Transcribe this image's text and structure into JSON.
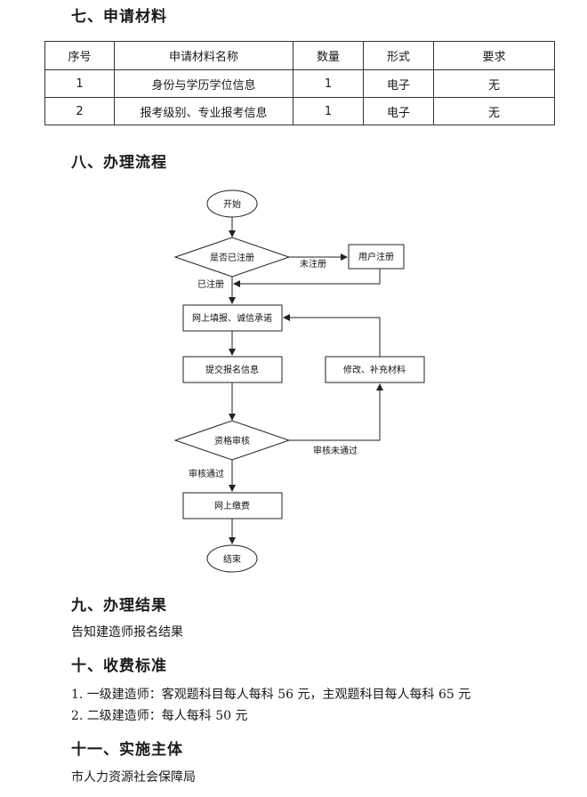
{
  "sections": {
    "s7_title": "七、申请材料",
    "s8_title": "八、办理流程",
    "s9_title": "九、办理结果",
    "s9_text": "告知建造师报名结果",
    "s10_title": "十、收费标准",
    "s10_line1": "1. 一级建造师：客观题科目每人每科 56 元，主观题科目每人每科 65 元",
    "s10_line2": "2. 二级建造师：每人每科 50 元",
    "s11_title": "十一、实施主体",
    "s11_text": "市人力资源社会保障局"
  },
  "table": {
    "headers": [
      "序号",
      "申请材料名称",
      "数量",
      "形式",
      "要求"
    ],
    "rows": [
      [
        "1",
        "身份与学历学位信息",
        "1",
        "电子",
        "无"
      ],
      [
        "2",
        "报考级别、专业报考信息",
        "1",
        "电子",
        "无"
      ]
    ]
  },
  "flow": {
    "start": "开始",
    "q_registered": "是否已注册",
    "not_registered": "未注册",
    "user_register": "用户注册",
    "registered": "已注册",
    "fill_online": "网上填报、诚信承诺",
    "submit_info": "提交报名信息",
    "modify": "修改、补充材料",
    "review": "资格审核",
    "review_fail": "审核未通过",
    "review_pass": "审核通过",
    "pay_online": "网上缴费",
    "end": "结束"
  }
}
